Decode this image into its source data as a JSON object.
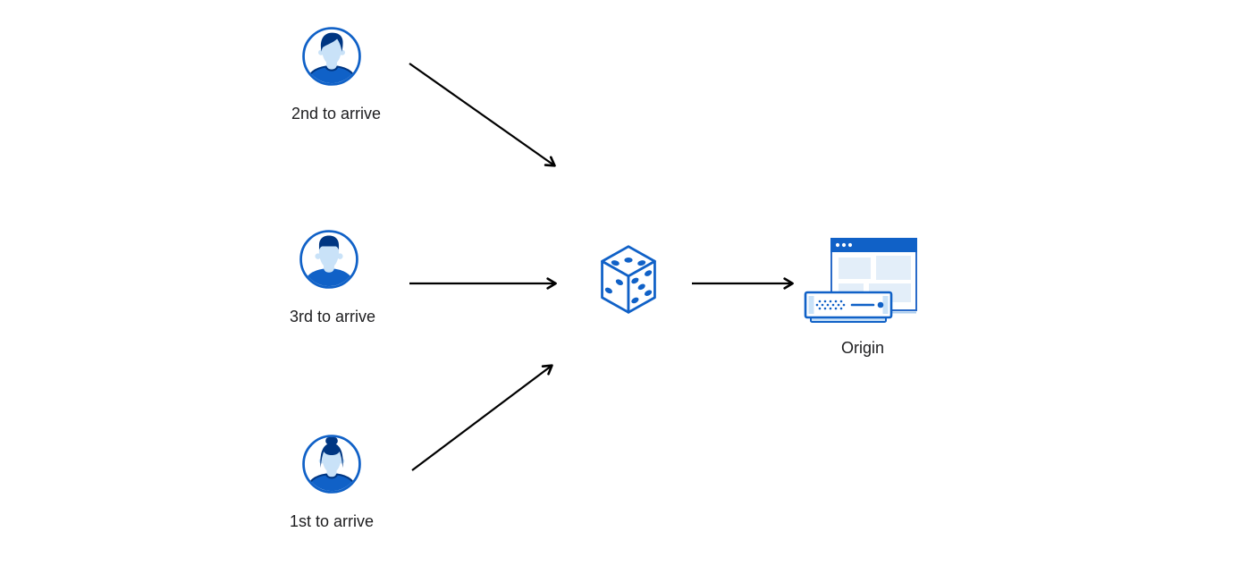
{
  "page": {
    "background": "#ffffff"
  },
  "diagram": {
    "type": "flow",
    "colors": {
      "primary_blue": "#1061C7",
      "dark_navy": "#003682",
      "light_blue": "#C9E2F8",
      "pale_blue": "#E3EEF9",
      "white": "#ffffff",
      "arrow_black": "#000000",
      "label_text": "#1d1d1f"
    },
    "nodes": [
      {
        "id": "client-2nd",
        "icon": "avatar-man-quiff-icon",
        "label": "2nd to arrive"
      },
      {
        "id": "client-3rd",
        "icon": "avatar-man-short-hair-icon",
        "label": "3rd to arrive"
      },
      {
        "id": "client-1st",
        "icon": "avatar-woman-bun-icon",
        "label": "1st to arrive"
      },
      {
        "id": "random-dice",
        "icon": "dice-icon",
        "label": ""
      },
      {
        "id": "origin",
        "icon": "origin-server-browser-icon",
        "label": "Origin"
      }
    ],
    "edges": [
      {
        "from": "client-2nd",
        "to": "random-dice"
      },
      {
        "from": "client-3rd",
        "to": "random-dice"
      },
      {
        "from": "client-1st",
        "to": "random-dice"
      },
      {
        "from": "random-dice",
        "to": "origin"
      }
    ]
  }
}
